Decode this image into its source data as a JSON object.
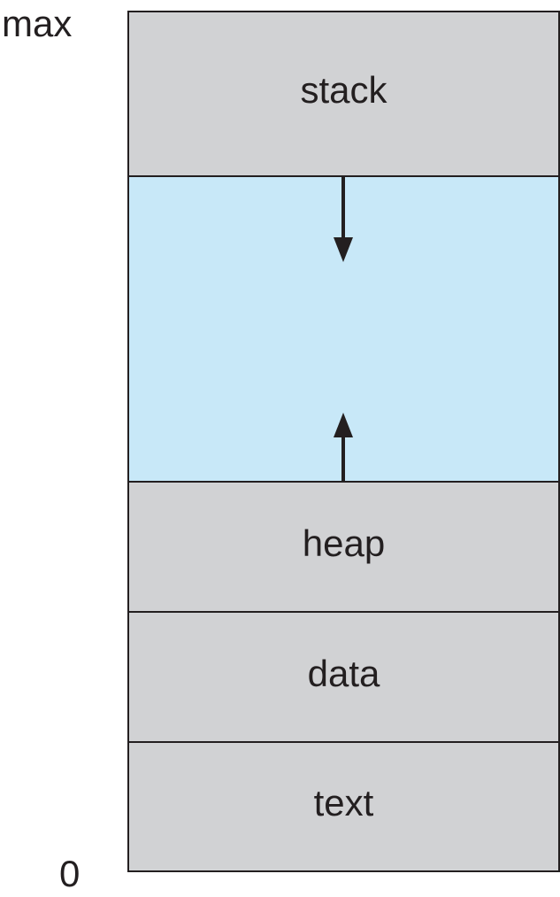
{
  "axis": {
    "top_label": "max",
    "bottom_label": "0"
  },
  "segments": {
    "stack": "stack",
    "heap": "heap",
    "data": "data",
    "text": "text"
  },
  "colors": {
    "segment_fill": "#d1d2d4",
    "free_space_fill": "#c8e8f8",
    "stroke": "#231f20"
  },
  "icons": {
    "stack_growth": "arrow-down-icon",
    "heap_growth": "arrow-up-icon"
  }
}
